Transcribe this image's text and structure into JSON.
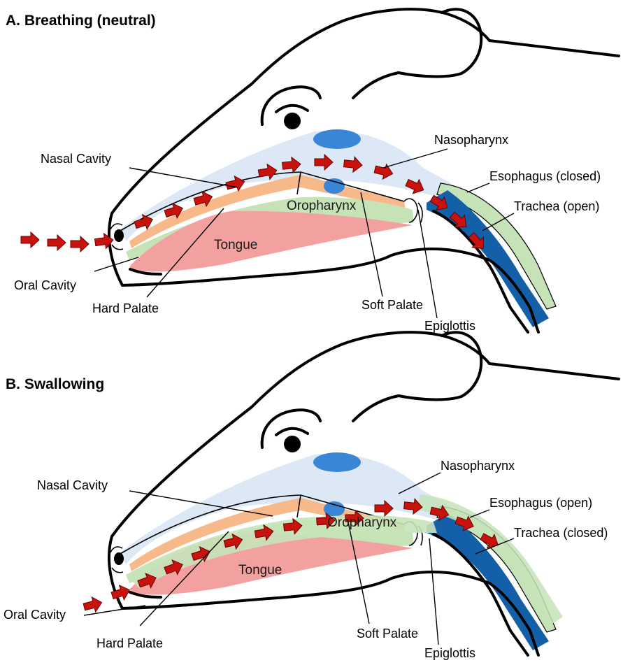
{
  "panels": [
    {
      "title": "A. Breathing (neutral)",
      "labels": {
        "nasal_cavity": "Nasal Cavity",
        "nasopharynx": "Nasopharynx",
        "esophagus": "Esophagus (closed)",
        "trachea": "Trachea (open)",
        "oropharynx": "Oropharynx",
        "tongue": "Tongue",
        "oral_cavity": "Oral Cavity",
        "hard_palate": "Hard Palate",
        "soft_palate": "Soft Palate",
        "epiglottis": "Epiglottis"
      }
    },
    {
      "title": "B. Swallowing",
      "labels": {
        "nasal_cavity": "Nasal Cavity",
        "nasopharynx": "Nasopharynx",
        "esophagus": "Esophagus (open)",
        "trachea": "Trachea (closed)",
        "oropharynx": "Oropharynx",
        "tongue": "Tongue",
        "oral_cavity": "Oral Cavity",
        "hard_palate": "Hard Palate",
        "soft_palate": "Soft Palate",
        "epiglottis": "Epiglottis"
      }
    }
  ],
  "colors": {
    "nasal_airway": "#dce8f5",
    "hard_palate": "#f7b98a",
    "oropharynx_tongue_surface": "#c6e3b8",
    "tongue": "#f2a0a0",
    "trachea": "#1460a8",
    "esophagus": "#c6e3b8",
    "blue_spot": "#3a86d6",
    "arrow_fill": "#c8120c",
    "arrow_stroke": "#6a0000",
    "outline": "#000000"
  },
  "icons": {
    "flow_arrow": "red-arrow-icon",
    "eye": "eye-icon"
  }
}
